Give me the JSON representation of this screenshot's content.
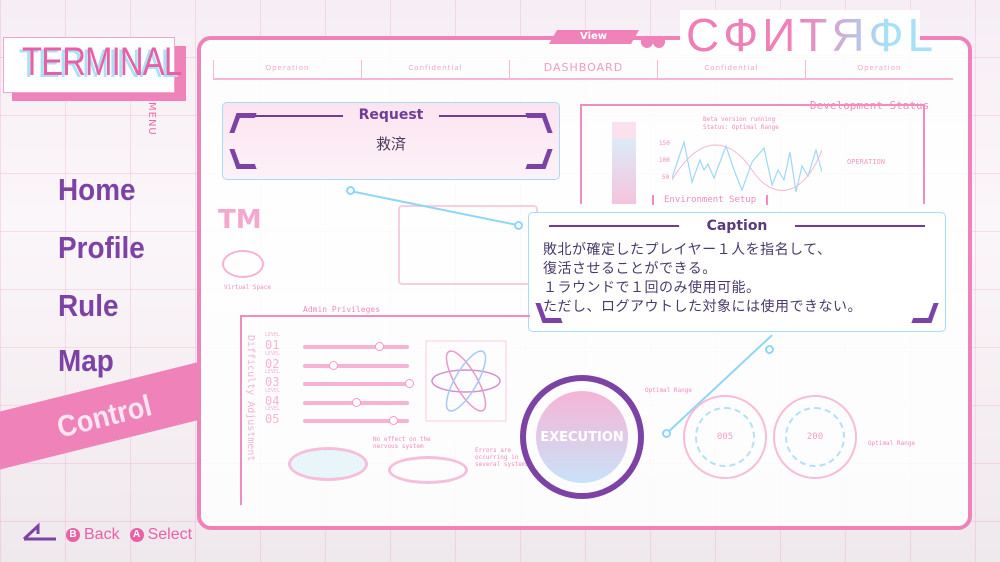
{
  "header": {
    "terminal_title": "TERMINAL",
    "menu_label": "MENU",
    "view_tag": "View",
    "page_title": "CФИTЯФL"
  },
  "menu": {
    "items": [
      {
        "label": "Home"
      },
      {
        "label": "Profile"
      },
      {
        "label": "Rule"
      },
      {
        "label": "Map"
      },
      {
        "label": "Control",
        "selected": true
      }
    ]
  },
  "dashboard_strip": [
    "Operation",
    "Confidential",
    "DASHBOARD",
    "Confidential",
    "Operation"
  ],
  "request": {
    "title": "Request",
    "value": "救済"
  },
  "caption": {
    "title": "Caption",
    "lines": [
      "敗北が確定したプレイヤー１人を指名して、",
      "復活させることができる。",
      "１ラウンドで１回のみ使用可能。",
      "ただし、ログアウトした対象には使用できない。"
    ]
  },
  "dev_status": {
    "title": "Development Status",
    "status1": "Beta version running",
    "status2": "Status: Optimal Range",
    "ticks": [
      "150",
      "100",
      "50"
    ],
    "env": "Environment Setup",
    "emblem": "OPERATION"
  },
  "admin": {
    "title": "Admin Privileges",
    "side_label": "Difficulty Adjustment",
    "level_label": "LEVEL",
    "sliders": [
      {
        "num": "01",
        "value": 0.72
      },
      {
        "num": "02",
        "value": 0.28
      },
      {
        "num": "03",
        "value": 1.0
      },
      {
        "num": "04",
        "value": 0.5
      },
      {
        "num": "05",
        "value": 0.85
      }
    ],
    "note1": "No effect on the nervous system",
    "note2": "Errors are occurring in several systems"
  },
  "execute": {
    "label": "EXECUTION"
  },
  "gauges": [
    {
      "value": "005",
      "label": "Optimal Range"
    },
    {
      "value": "200",
      "label": "Optimal Range"
    }
  ],
  "misc": {
    "virtual_space": "Virtual Space"
  },
  "footer": {
    "back_key": "B",
    "back_label": "Back",
    "select_key": "A",
    "select_label": "Select"
  },
  "colors": {
    "pink": "#ee82b9",
    "purple": "#7c43a4",
    "cyan": "#a8dcf3"
  }
}
